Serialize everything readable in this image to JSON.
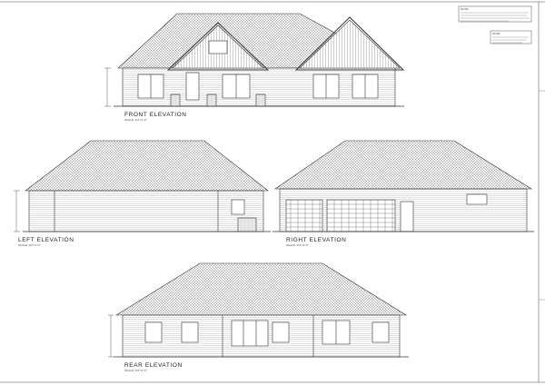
{
  "sheet": {
    "elevations": [
      {
        "id": "front",
        "title": "FRONT ELEVATION",
        "scale": "SCALE: 1/4\"=1'-0\""
      },
      {
        "id": "left",
        "title": "LEFT ELEVATION",
        "scale": "SCALE: 1/4\"=1'-0\""
      },
      {
        "id": "right",
        "title": "RIGHT ELEVATION",
        "scale": "SCALE: 1/4\"=1'-0\""
      },
      {
        "id": "rear",
        "title": "REAR ELEVATION",
        "scale": "SCALE: 1/4\"=1'-0\""
      }
    ],
    "notes": [
      {
        "label": "NOTE:"
      },
      {
        "label": "NOTE:"
      }
    ],
    "colors": {
      "line": "#333333",
      "background": "#ffffff"
    }
  }
}
